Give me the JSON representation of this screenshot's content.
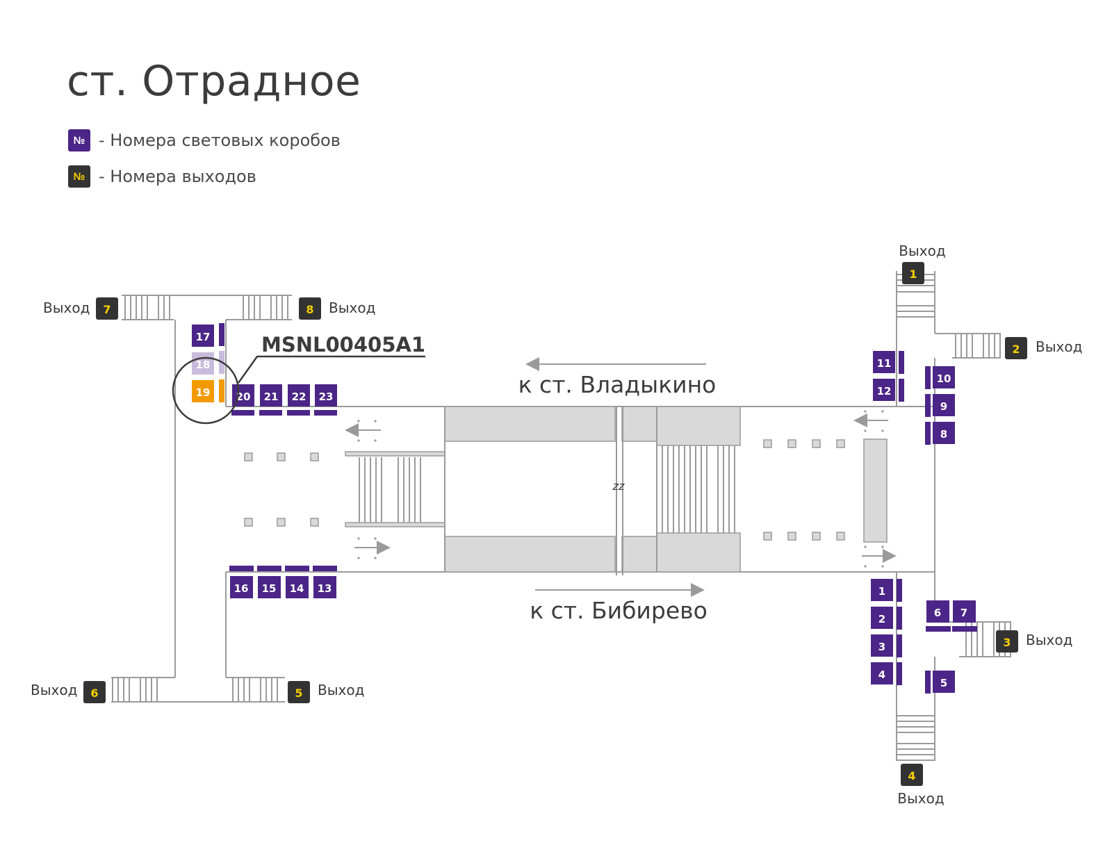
{
  "station_title": "ст. Отрадное",
  "legend": [
    {
      "symbol": "№",
      "text": "- Номера световых коробов",
      "color": "#4b2587",
      "text_color": "#ffffff"
    },
    {
      "symbol": "№",
      "text": "- Номера выходов",
      "color": "#333333",
      "text_color": "#f5d000"
    }
  ],
  "colors": {
    "lightbox": "#4b2587",
    "lightbox_faded": "#c9bbdb",
    "highlight": "#f29a00",
    "exit": "#333333",
    "exit_number": "#f5d000",
    "wall": "#9a9a9a",
    "platform": "#d9d9d9"
  },
  "exit_word": "Выход",
  "exits": [
    "1",
    "2",
    "3",
    "4",
    "5",
    "6",
    "7",
    "8"
  ],
  "highlighted_code": "MSNL00405A1",
  "direction_top": "к ст. Владыкино",
  "direction_bottom": "к ст. Бибирево",
  "lightboxes_left": [
    "17",
    "18",
    "19",
    "20",
    "21",
    "22",
    "23",
    "16",
    "15",
    "14",
    "13"
  ],
  "lightboxes_right": [
    "11",
    "12",
    "10",
    "9",
    "8",
    "1",
    "2",
    "3",
    "4",
    "6",
    "7",
    "5"
  ],
  "break_mark": "zz"
}
